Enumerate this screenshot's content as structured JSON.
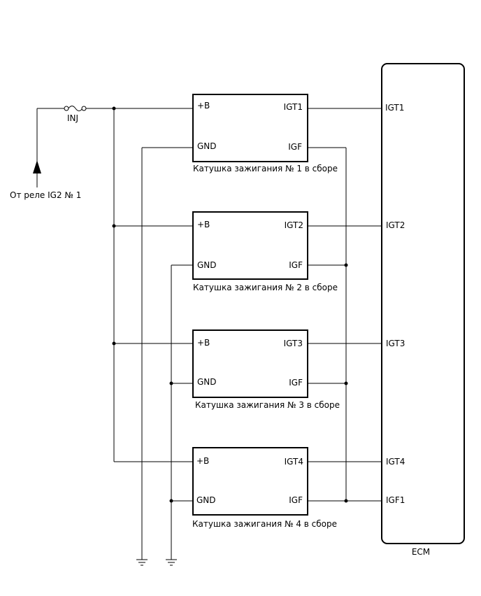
{
  "source": {
    "label": "От реле IG2 № 1"
  },
  "fuse": {
    "label": "INJ"
  },
  "ecm": {
    "label": "ECM",
    "pins": {
      "igt1": "IGT1",
      "igt2": "IGT2",
      "igt3": "IGT3",
      "igt4": "IGT4",
      "igf1": "IGF1"
    }
  },
  "coils": [
    {
      "caption": "Катушка зажигания № 1 в сборе",
      "pin_b": "+B",
      "pin_gnd": "GND",
      "pin_igt": "IGT1",
      "pin_igf": "IGF"
    },
    {
      "caption": "Катушка зажигания № 2 в сборе",
      "pin_b": "+B",
      "pin_gnd": "GND",
      "pin_igt": "IGT2",
      "pin_igf": "IGF"
    },
    {
      "caption": "Катушка зажигания № 3 в сборе",
      "pin_b": "+B",
      "pin_gnd": "GND",
      "pin_igt": "IGT3",
      "pin_igf": "IGF"
    },
    {
      "caption": "Катушка зажигания № 4 в сборе",
      "pin_b": "+B",
      "pin_gnd": "GND",
      "pin_igt": "IGT4",
      "pin_igf": "IGF"
    }
  ]
}
